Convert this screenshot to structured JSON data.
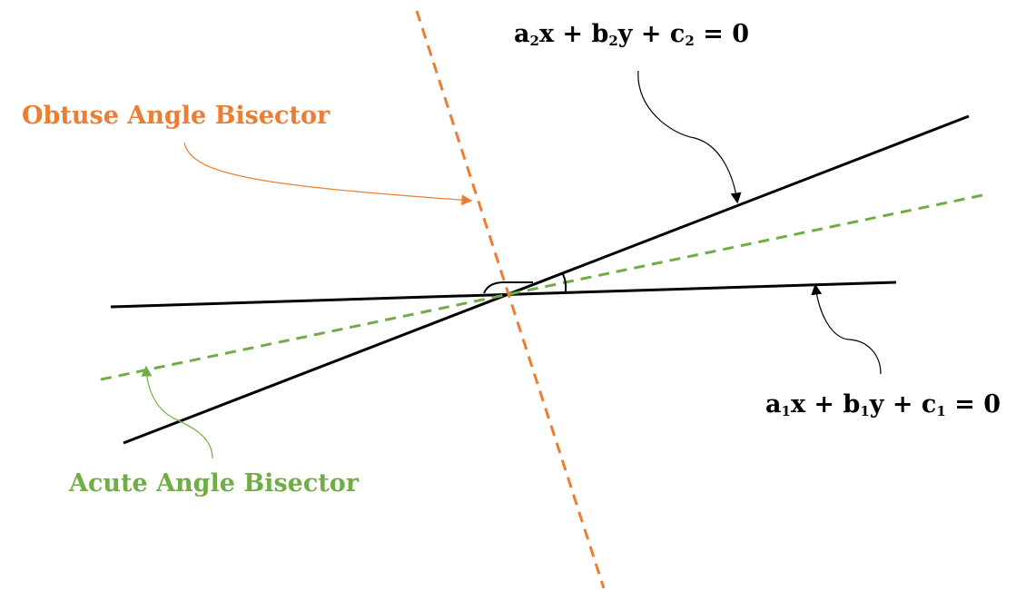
{
  "labels": {
    "obtuse": "Obtuse Angle Bisector",
    "acute": "Acute Angle Bisector"
  },
  "line2": {
    "a": "a",
    "a_sub": "2",
    "x": "x + ",
    "b": "b",
    "b_sub": "2",
    "y": "y + ",
    "c": "c",
    "c_sub": "2",
    "rhs": " = 0"
  },
  "line1": {
    "a": "a",
    "a_sub": "1",
    "x": "x + ",
    "b": "b",
    "b_sub": "1",
    "y": "y + ",
    "c": "c",
    "c_sub": "1",
    "rhs": " = 0"
  },
  "colors": {
    "obtuse": "#ED7D31",
    "acute": "#70AD47",
    "lines": "#000000"
  }
}
